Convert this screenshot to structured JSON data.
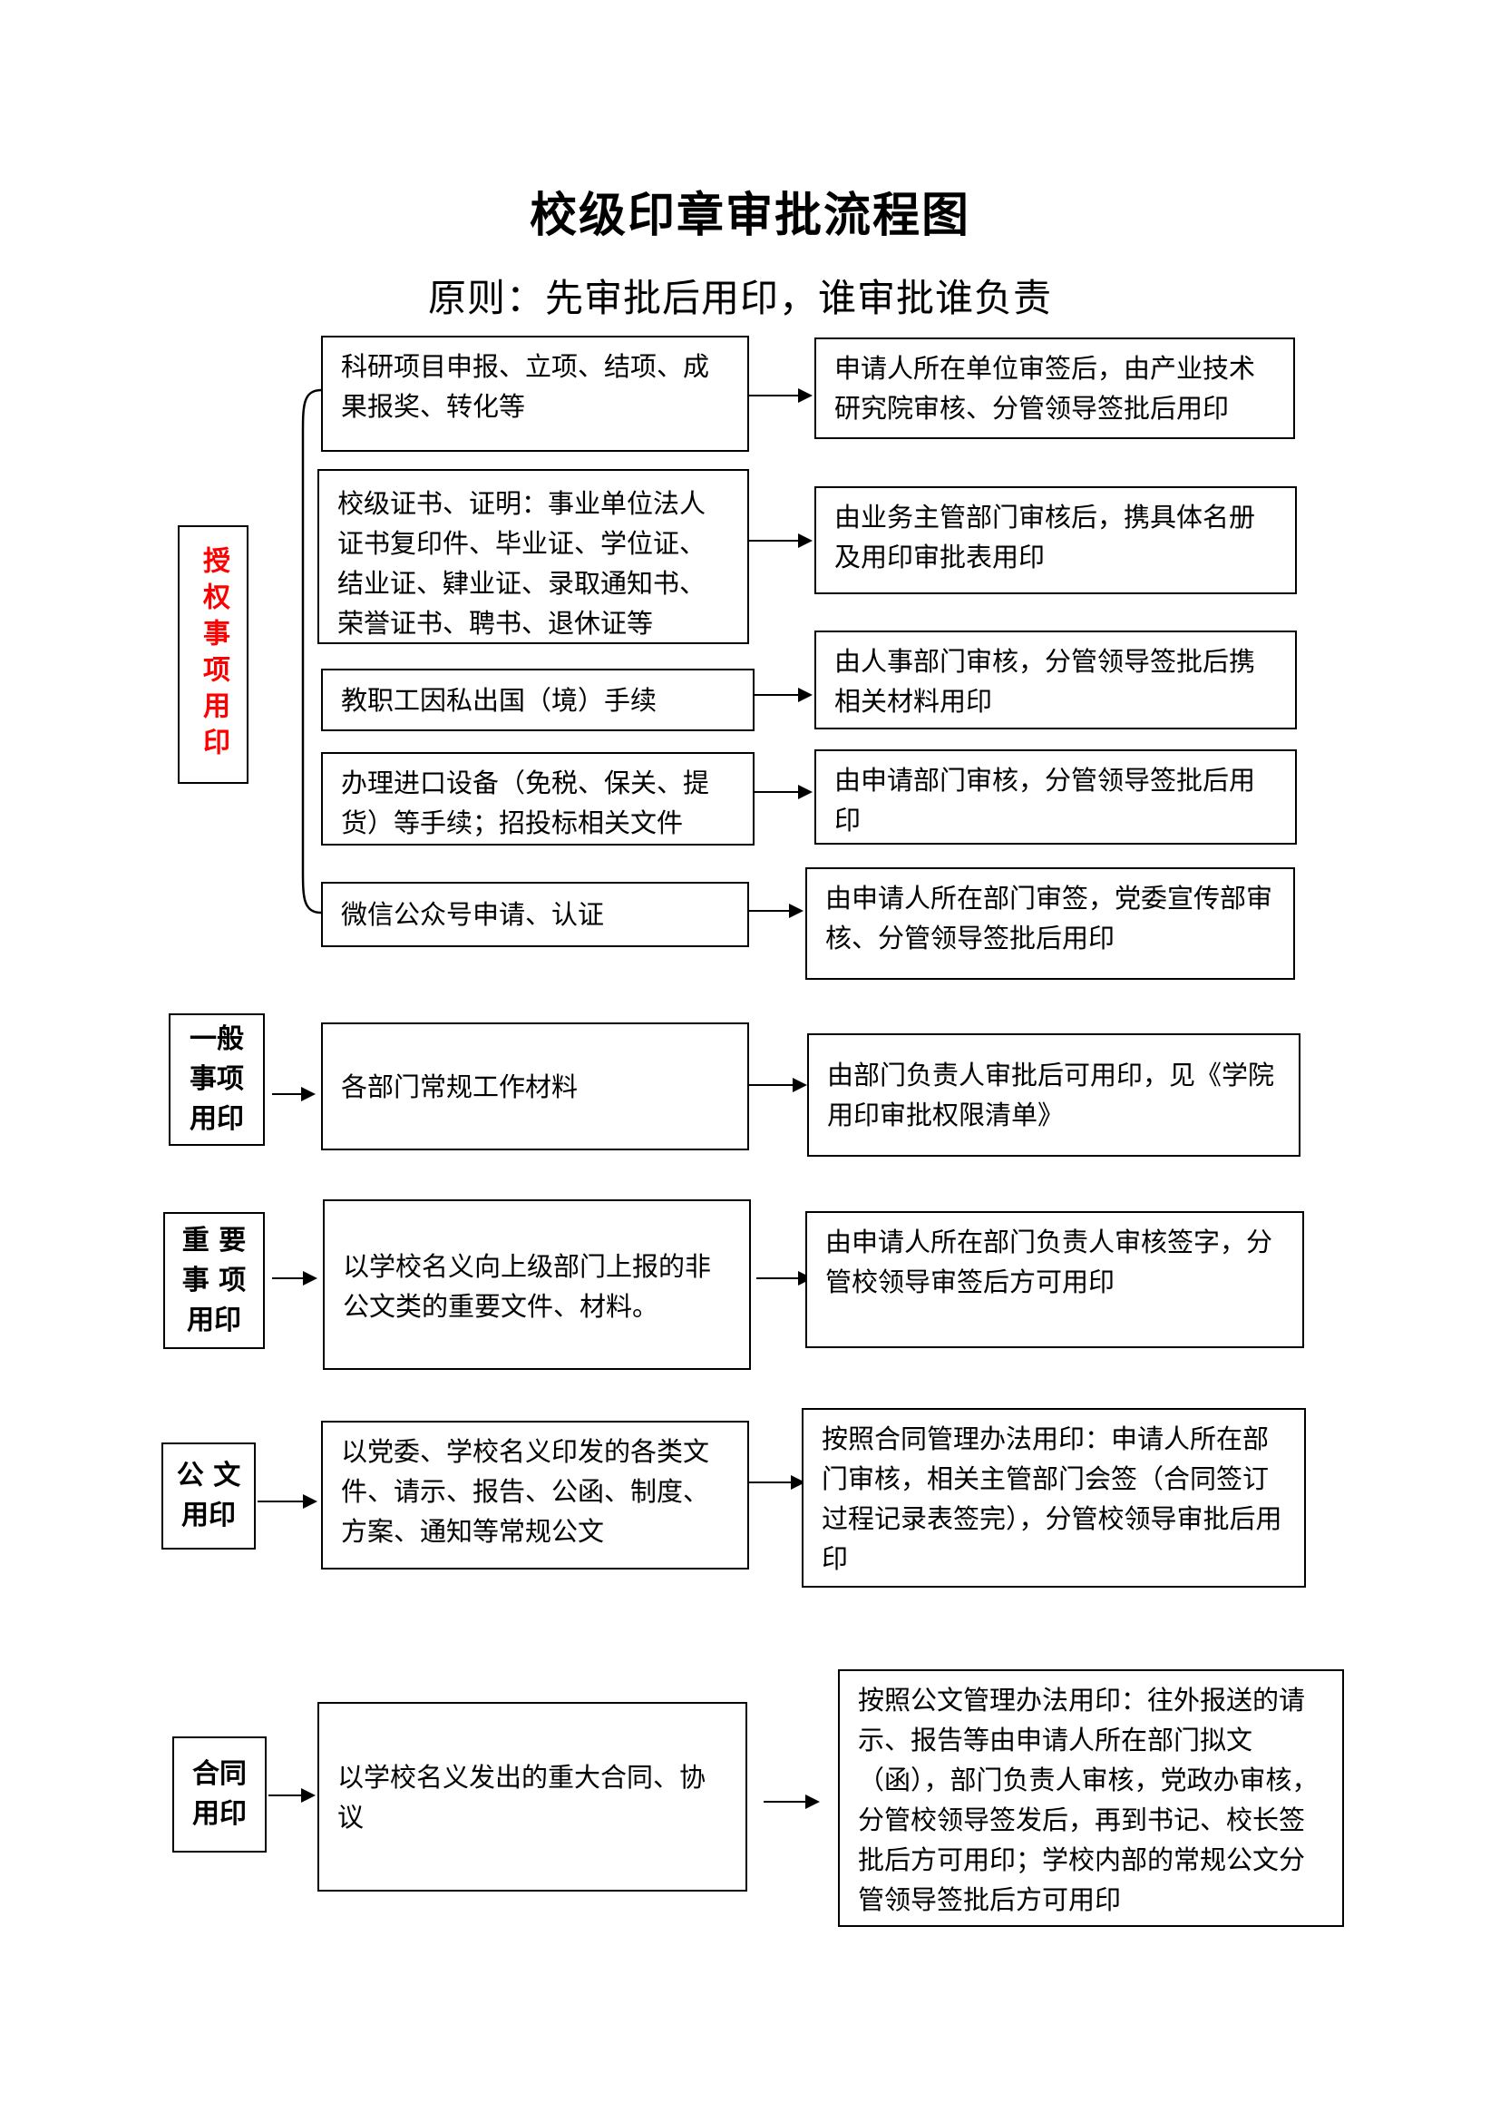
{
  "title": "校级印章审批流程图",
  "principle": "原则：先审批后用印，谁审批谁负责",
  "sections": {
    "authorized": {
      "label": "授权事项用印",
      "items": [
        {
          "item": "科研项目申报、立项、结项、成果报奖、转化等",
          "approval": "申请人所在单位审签后，由产业技术研究院审核、分管领导签批后用印"
        },
        {
          "item": "校级证书、证明：事业单位法人证书复印件、毕业证、学位证、结业证、肄业证、录取通知书、荣誉证书、聘书、退休证等",
          "approval": "由业务主管部门审核后，携具体名册及用印审批表用印"
        },
        {
          "item": "教职工因私出国（境）手续",
          "approval": "由人事部门审核，分管领导签批后携相关材料用印"
        },
        {
          "item": "办理进口设备（免税、保关、提货）等手续；招投标相关文件",
          "approval": "由申请部门审核，分管领导签批后用印"
        },
        {
          "item": "微信公众号申请、认证",
          "approval": "由申请人所在部门审签，党委宣传部审核、分管领导签批后用印"
        }
      ]
    },
    "general": {
      "label": "一般\n事项\n用印",
      "item": "各部门常规工作材料",
      "approval": "由部门负责人审批后可用印，见《学院用印审批权限清单》"
    },
    "important": {
      "label": "重 要\n事 项\n用印",
      "item": "以学校名义向上级部门上报的非公文类的重要文件、材料。",
      "approval": "由申请人所在部门负责人审核签字，分管校领导审签后方可用印"
    },
    "official_doc": {
      "label": "公 文\n用印",
      "item": "以党委、学校名义印发的各类文件、请示、报告、公函、制度、方案、通知等常规公文",
      "approval": "按照合同管理办法用印：申请人所在部门审核，相关主管部门会签（合同签订过程记录表签完），分管校领导审批后用印"
    },
    "contract": {
      "label": "合同\n用印",
      "item": "以学校名义发出的重大合同、协议",
      "approval": "按照公文管理办法用印：往外报送的请示、报告等由申请人所在部门拟文（函），部门负责人审核，党政办审核，分管校领导签发后，再到书记、校长签批后方可用印；学校内部的常规公文分管领导签批后方可用印"
    }
  }
}
